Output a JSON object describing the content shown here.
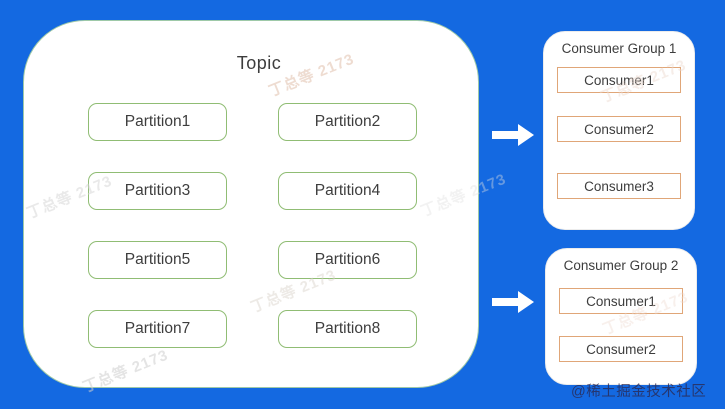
{
  "colors": {
    "background": "#1469e1",
    "topic_border": "#9ec9a8",
    "partition_border": "#90bd74",
    "consumer_border": "#e0a678",
    "text": "#3d3d3d",
    "arrow": "#ffffff"
  },
  "topic": {
    "title": "Topic",
    "partitions": [
      "Partition1",
      "Partition2",
      "Partition3",
      "Partition4",
      "Partition5",
      "Partition6",
      "Partition7",
      "Partition8"
    ]
  },
  "consumer_groups": [
    {
      "title": "Consumer Group 1",
      "consumers": [
        "Consumer1",
        "Consumer2",
        "Consumer3"
      ]
    },
    {
      "title": "Consumer Group 2",
      "consumers": [
        "Consumer1",
        "Consumer2"
      ]
    }
  ],
  "icons": {
    "arrow": "arrow-right-icon"
  },
  "watermarks": {
    "tiled_text": "丁总等 2173",
    "site_credit": "@稀土掘金技术社区"
  }
}
